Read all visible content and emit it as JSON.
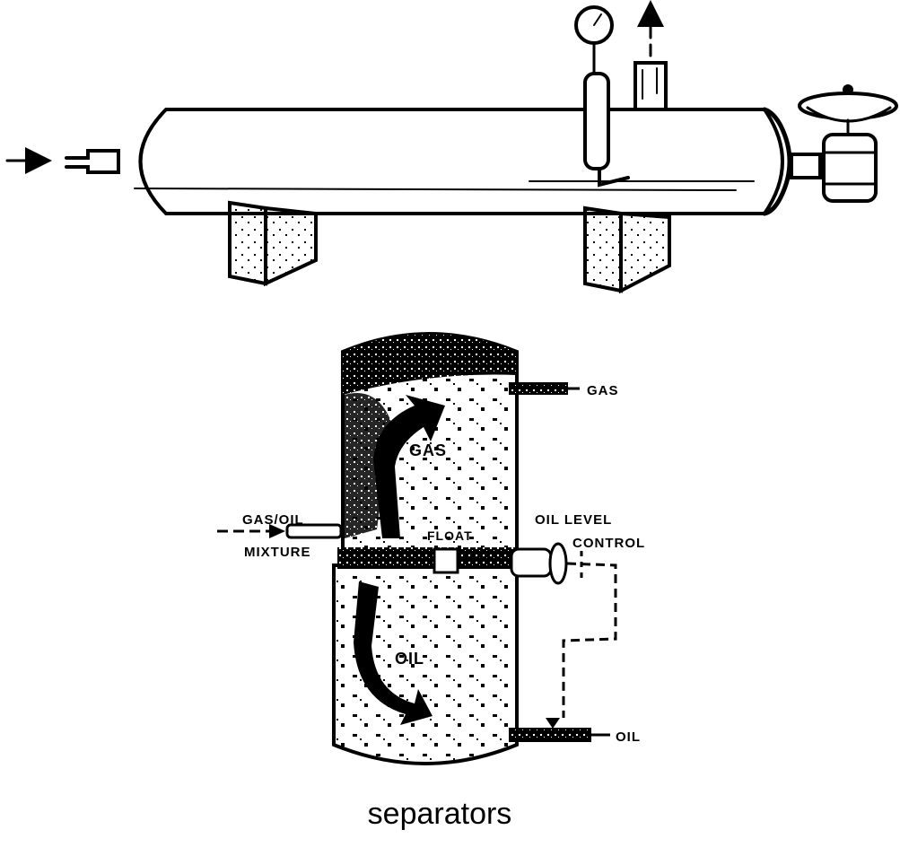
{
  "labels": {
    "gas_out": "GAS",
    "gas_region": "GAS",
    "gas_oil_mixture_line1": "GAS/OIL",
    "gas_oil_mixture_line2": "MIXTURE",
    "float": "FLOAT",
    "oil_level_control_line1": "OIL LEVEL",
    "oil_level_control_line2": "CONTROL",
    "oil_region": "OIL",
    "oil_out": "OIL"
  },
  "caption": "separators"
}
